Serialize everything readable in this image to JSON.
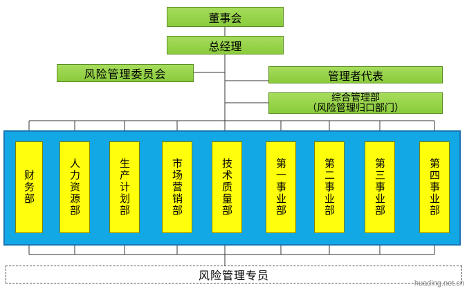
{
  "top": {
    "board": "董事会",
    "gm": "总经理",
    "risk_committee": "风险管理委员会",
    "mgmt_rep": "管理者代表",
    "admin_dept_line1": "综合管理部",
    "admin_dept_line2": "（风险管理归口部门）"
  },
  "departments": [
    "财务部",
    "人力资源部",
    "生产计划部",
    "市场营销部",
    "技术质量部",
    "第一事业部",
    "第二事业部",
    "第三事业部",
    "第四事业部"
  ],
  "bottom": {
    "risk_officer": "风险管理专员"
  },
  "watermark": "huading.net.cn",
  "colors": {
    "green": "#8acb3c",
    "blue_band": "#12a8e6",
    "yellow": "#ffff0c"
  }
}
